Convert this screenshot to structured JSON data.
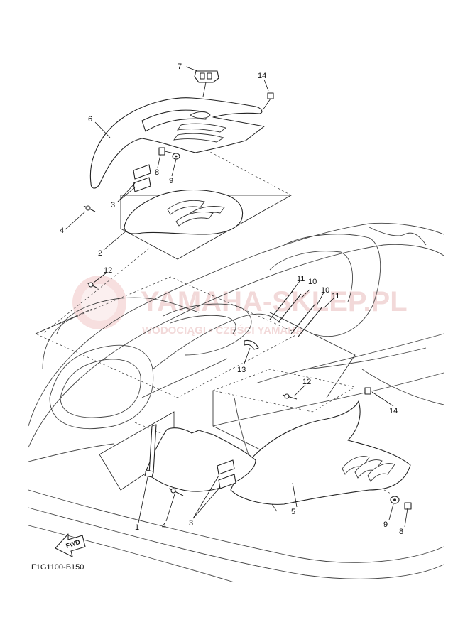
{
  "diagram_code": "F1G1100-B150",
  "fwd_label": "FWD",
  "watermark": {
    "line1": "YAMAHA-SKLEP.PL",
    "line2": "WODOCIĄGI • CZĘŚCI YAMAHA"
  },
  "callouts": {
    "c1": "1",
    "c2": "2",
    "c3a": "3",
    "c3b": "3",
    "c4a": "4",
    "c4b": "4",
    "c5": "5",
    "c6": "6",
    "c7": "7",
    "c8a": "8",
    "c8b": "8",
    "c9a": "9",
    "c9b": "9",
    "c10a": "10",
    "c10b": "10",
    "c11a": "11",
    "c11b": "11",
    "c12a": "12",
    "c12b": "12",
    "c13": "13",
    "c14a": "14",
    "c14b": "14"
  }
}
